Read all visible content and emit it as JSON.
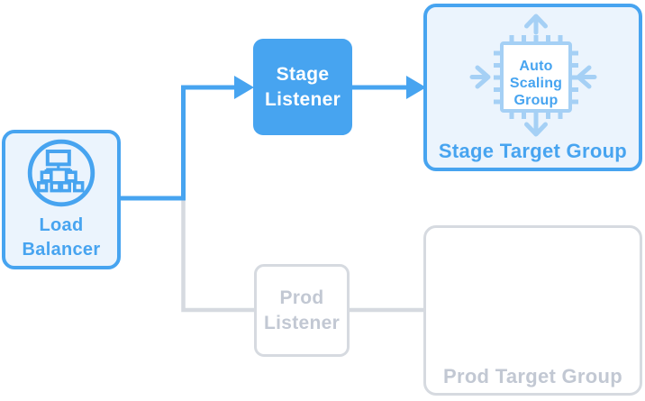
{
  "diagram": {
    "nodes": {
      "load_balancer": {
        "line1": "Load",
        "line2": "Balancer",
        "state": "active"
      },
      "stage_listener": {
        "line1": "Stage",
        "line2": "Listener",
        "state": "active"
      },
      "prod_listener": {
        "line1": "Prod",
        "line2": "Listener",
        "state": "inactive"
      },
      "stage_target_group": {
        "label": "Stage Target Group",
        "state": "active"
      },
      "prod_target_group": {
        "label": "Prod Target Group",
        "state": "inactive"
      },
      "auto_scaling_group": {
        "line1": "Auto",
        "line2": "Scaling",
        "line3": "Group"
      }
    },
    "icons": {
      "load_balancer": "load-balancer-network-icon",
      "auto_scaling_group": "cpu-chip-with-scale-arrows-icon"
    }
  },
  "colors": {
    "primary_blue": "#47A4F0",
    "light_blue_fill": "#EBF4FD",
    "pale_blue": "#A5D0F5",
    "gray_border": "#D6DAE0",
    "gray_text": "#C2C8D3",
    "white": "#FFFFFF"
  }
}
